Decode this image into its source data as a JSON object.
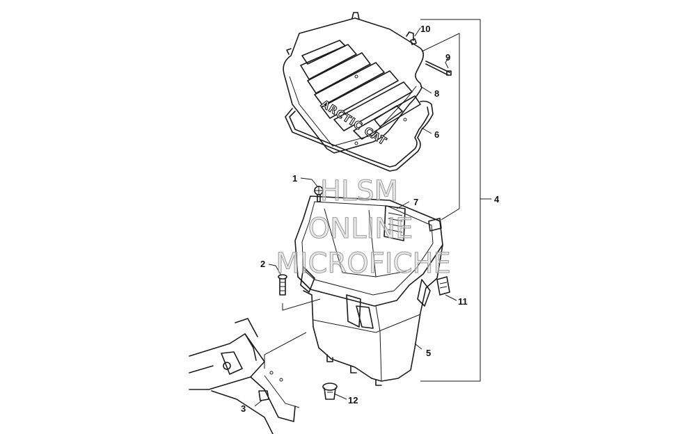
{
  "brand_text": "ARCTIC CAT",
  "watermark": {
    "line1": "HLSM",
    "line2": "ONLINE",
    "line3": "MICROFICHE"
  },
  "callouts": [
    {
      "id": "1",
      "label": "1"
    },
    {
      "id": "2",
      "label": "2"
    },
    {
      "id": "3",
      "label": "3"
    },
    {
      "id": "4",
      "label": "4"
    },
    {
      "id": "5",
      "label": "5"
    },
    {
      "id": "6",
      "label": "6"
    },
    {
      "id": "7",
      "label": "7"
    },
    {
      "id": "8",
      "label": "8"
    },
    {
      "id": "9",
      "label": "9"
    },
    {
      "id": "10",
      "label": "10"
    },
    {
      "id": "11",
      "label": "11"
    },
    {
      "id": "12",
      "label": "12"
    }
  ]
}
